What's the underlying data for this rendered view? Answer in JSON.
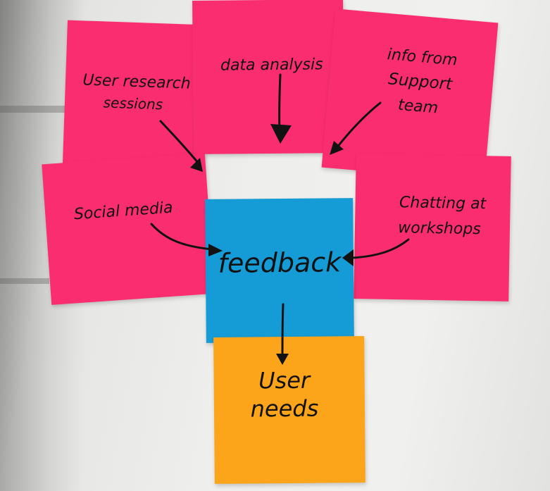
{
  "notes": {
    "user_research": {
      "line1": "User research",
      "line2": "sessions"
    },
    "data_analysis": {
      "line1": "data analysis"
    },
    "support": {
      "line1": "info from",
      "line2": "Support",
      "line3": "team"
    },
    "social_media": {
      "line1": "Social media"
    },
    "workshops": {
      "line1": "Chatting at",
      "line2": "workshops"
    },
    "feedback": {
      "line1": "feedback"
    },
    "user_needs": {
      "line1": "User",
      "line2": "needs"
    }
  },
  "colors": {
    "pink": "#fb2d71",
    "blue": "#159bd5",
    "orange": "#fca41a",
    "ink": "#121212"
  }
}
